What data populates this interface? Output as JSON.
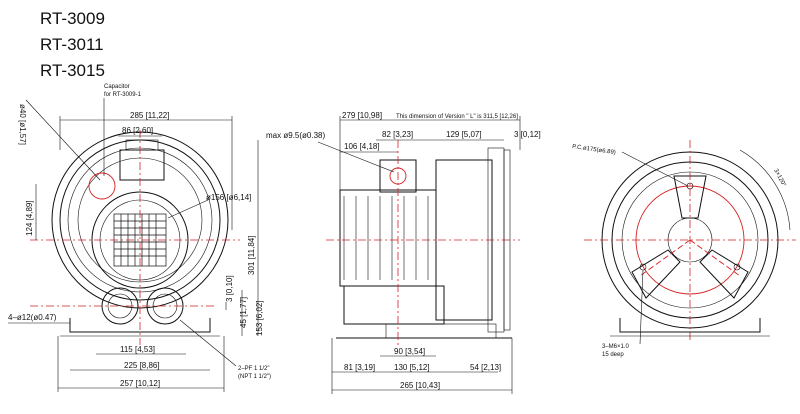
{
  "models": [
    "RT-3009",
    "RT-3011",
    "RT-3015"
  ],
  "notes": {
    "capacitor_line1": "Capacitor",
    "capacitor_line2": "for  RT-3009-1",
    "version_note": "This dimension of Version \" L\"  is 311,5 [12,26]"
  },
  "front_view": {
    "dim_width_top": "285 [11,22]",
    "dim_center": "86 [2,60]",
    "dim_dia_40": "ø40 [ø1,57]",
    "dim_dia_156": "ø156 [ø6,14]",
    "dim_124": "124 [4,89]",
    "dim_301": "301 [11,84]",
    "dim_3": "3 [0,10]",
    "dim_45": "45 [1,77]",
    "dim_153": "153 [6,02]",
    "dim_holes": "4–ø12(ø0.47)",
    "dim_115": "115 [4,53]",
    "dim_225": "225 [8,86]",
    "dim_257": "257 [10,12]",
    "port_line1": "2–PF 1 1/2\"",
    "port_line2": "(NPT 1 1/2\")"
  },
  "side_view": {
    "dim_279": "279 [10,98]",
    "dim_82": "82 [3,23]",
    "dim_129": "129 [5,07]",
    "dim_3": "3 [0,12]",
    "dim_106": "106 [4,18]",
    "dim_max": "max ø9.5(ø0.38)",
    "dim_90": "90 [3,54]",
    "dim_81": "81 [3,19]",
    "dim_130": "130 [5,12]",
    "dim_54": "54 [2,13]",
    "dim_265": "265 [10,43]"
  },
  "rear_view": {
    "dim_pcd": "P.C.ø175(ø6.89)",
    "dim_angle": "3×120°",
    "bolt_line1": "3–M6×1.0",
    "bolt_line2": "15 deep"
  }
}
